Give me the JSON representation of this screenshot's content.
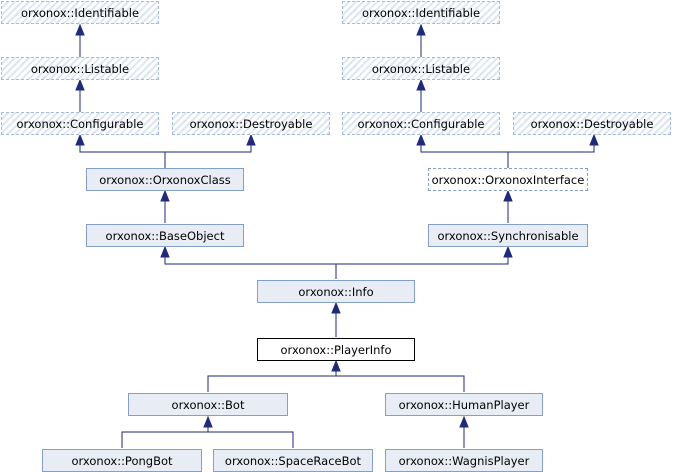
{
  "colors": {
    "edge": "#1e2a7a",
    "node_fill": "#e8edf5",
    "node_border": "#84a0c6"
  },
  "nodes": {
    "identifiable_a": "orxonox::Identifiable",
    "listable_a": "orxonox::Listable",
    "configurable_a": "orxonox::Configurable",
    "destroyable_a": "orxonox::Destroyable",
    "orxonoxclass": "orxonox::OrxonoxClass",
    "baseobject": "orxonox::BaseObject",
    "identifiable_b": "orxonox::Identifiable",
    "listable_b": "orxonox::Listable",
    "configurable_b": "orxonox::Configurable",
    "destroyable_b": "orxonox::Destroyable",
    "orxonoxinterface": "orxonox::OrxonoxInterface",
    "synchronisable": "orxonox::Synchronisable",
    "info": "orxonox::Info",
    "playerinfo": "orxonox::PlayerInfo",
    "bot": "orxonox::Bot",
    "humanplayer": "orxonox::HumanPlayer",
    "pongbot": "orxonox::PongBot",
    "spaceracebot": "orxonox::SpaceRaceBot",
    "wagnisplayer": "orxonox::WagnisPlayer"
  }
}
